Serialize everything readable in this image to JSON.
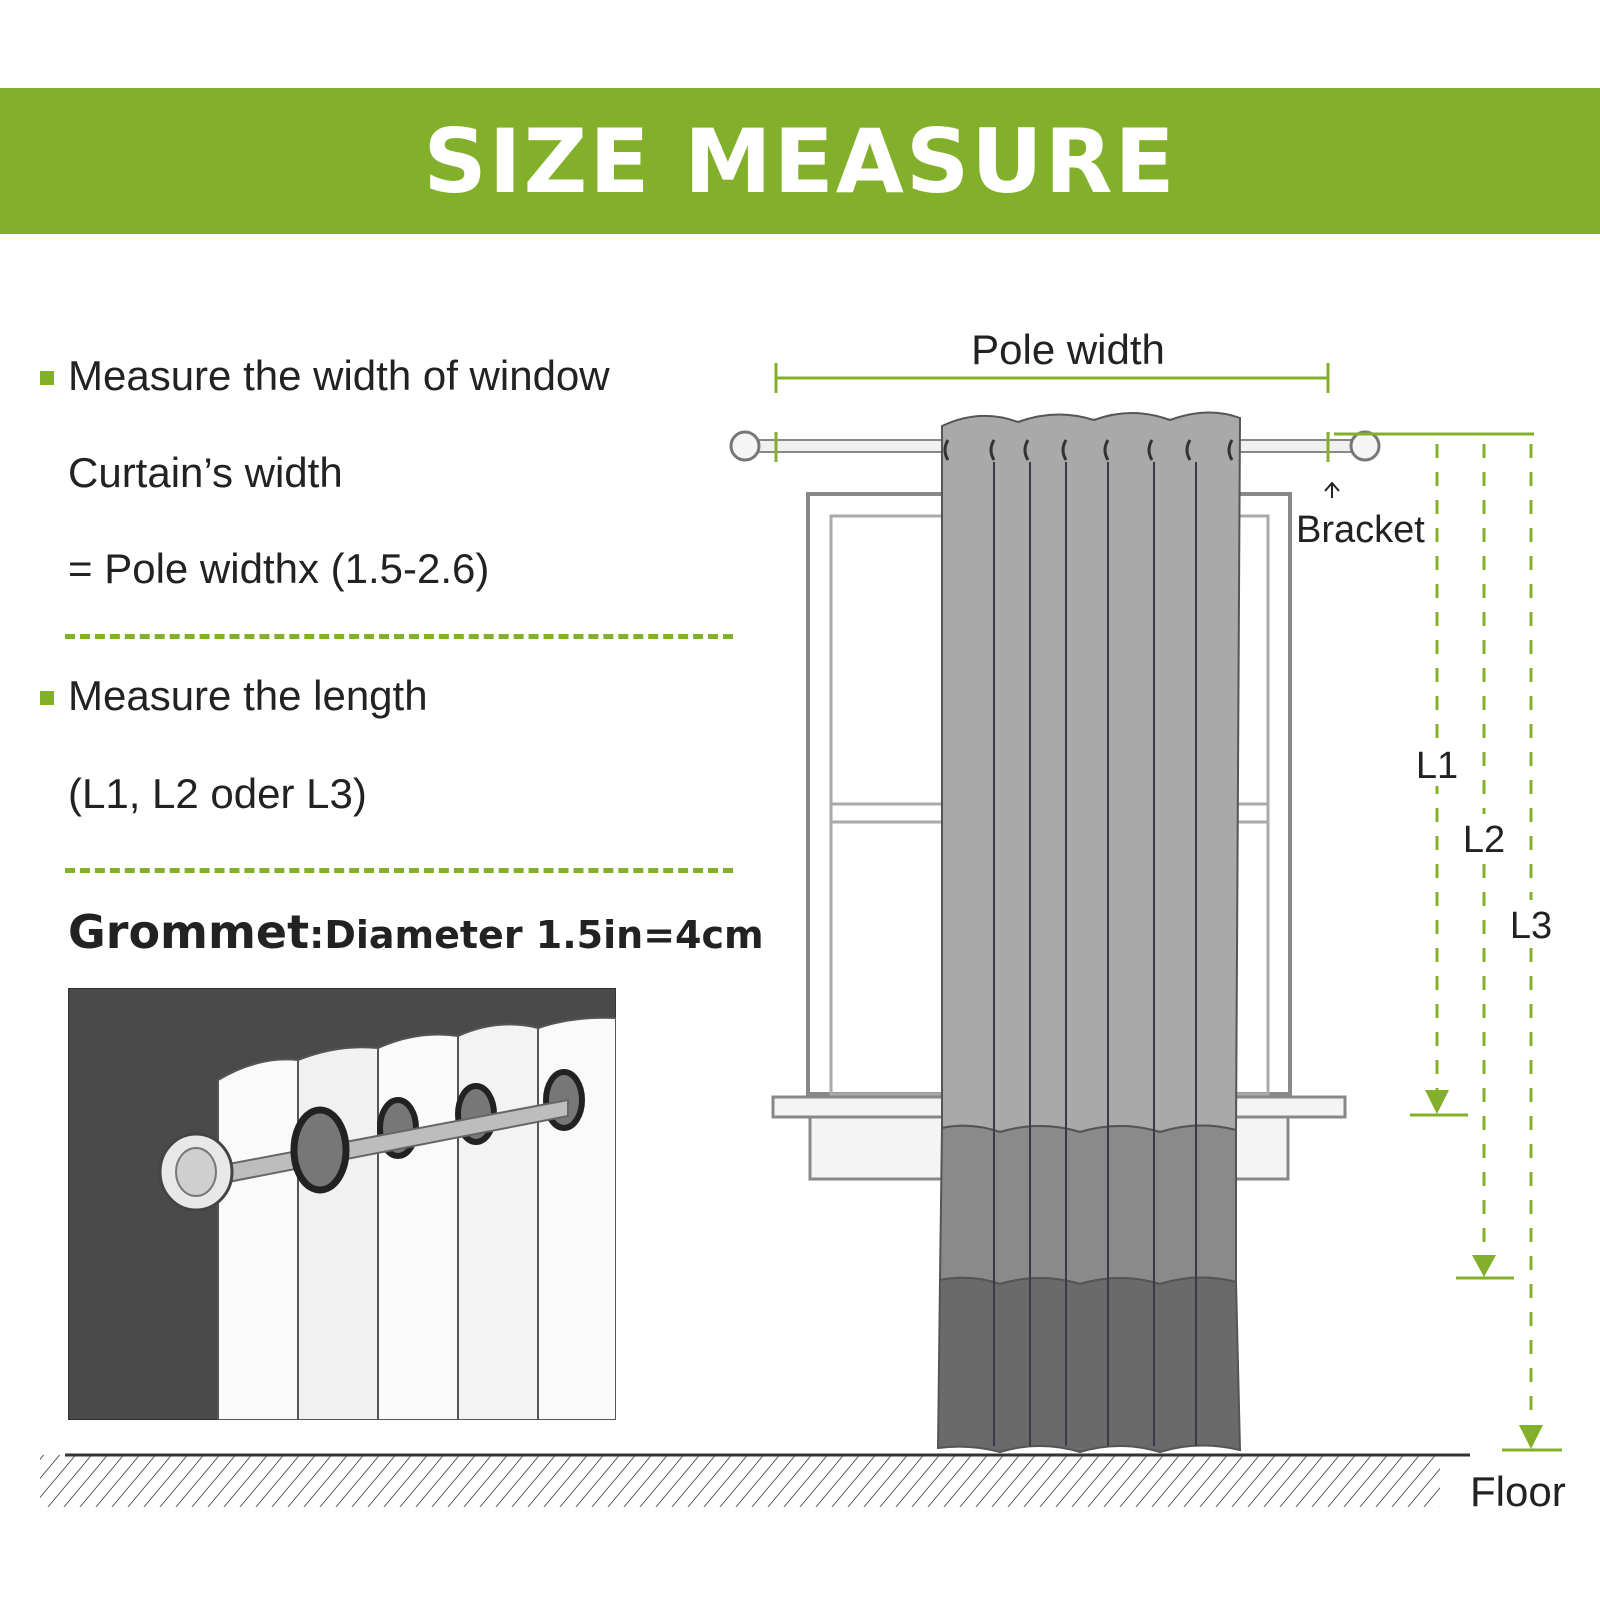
{
  "header": {
    "title": "SIZE MEASURE"
  },
  "instructions": {
    "width_heading": "Measure the width of window",
    "curtain_width_label": "Curtain’s width",
    "formula": "= Pole widthx (1.5-2.6)",
    "length_heading": "Measure the length",
    "length_options": "(L1, L2 oder L3)"
  },
  "grommet": {
    "label": "Grommet",
    "separator": ":",
    "value": "Diameter 1.5in=4cm"
  },
  "diagram": {
    "pole_width_label": "Pole width",
    "bracket_label": "Bracket",
    "l1_label": "L1",
    "l2_label": "L2",
    "l3_label": "L3",
    "floor_label": "Floor"
  },
  "colors": {
    "accent": "#83b02a",
    "curtain_light": "#a9a9a9",
    "curtain_mid": "#8a8a8a",
    "curtain_dark": "#6a6a6a",
    "grommet_bg": "#4a4a4a"
  }
}
